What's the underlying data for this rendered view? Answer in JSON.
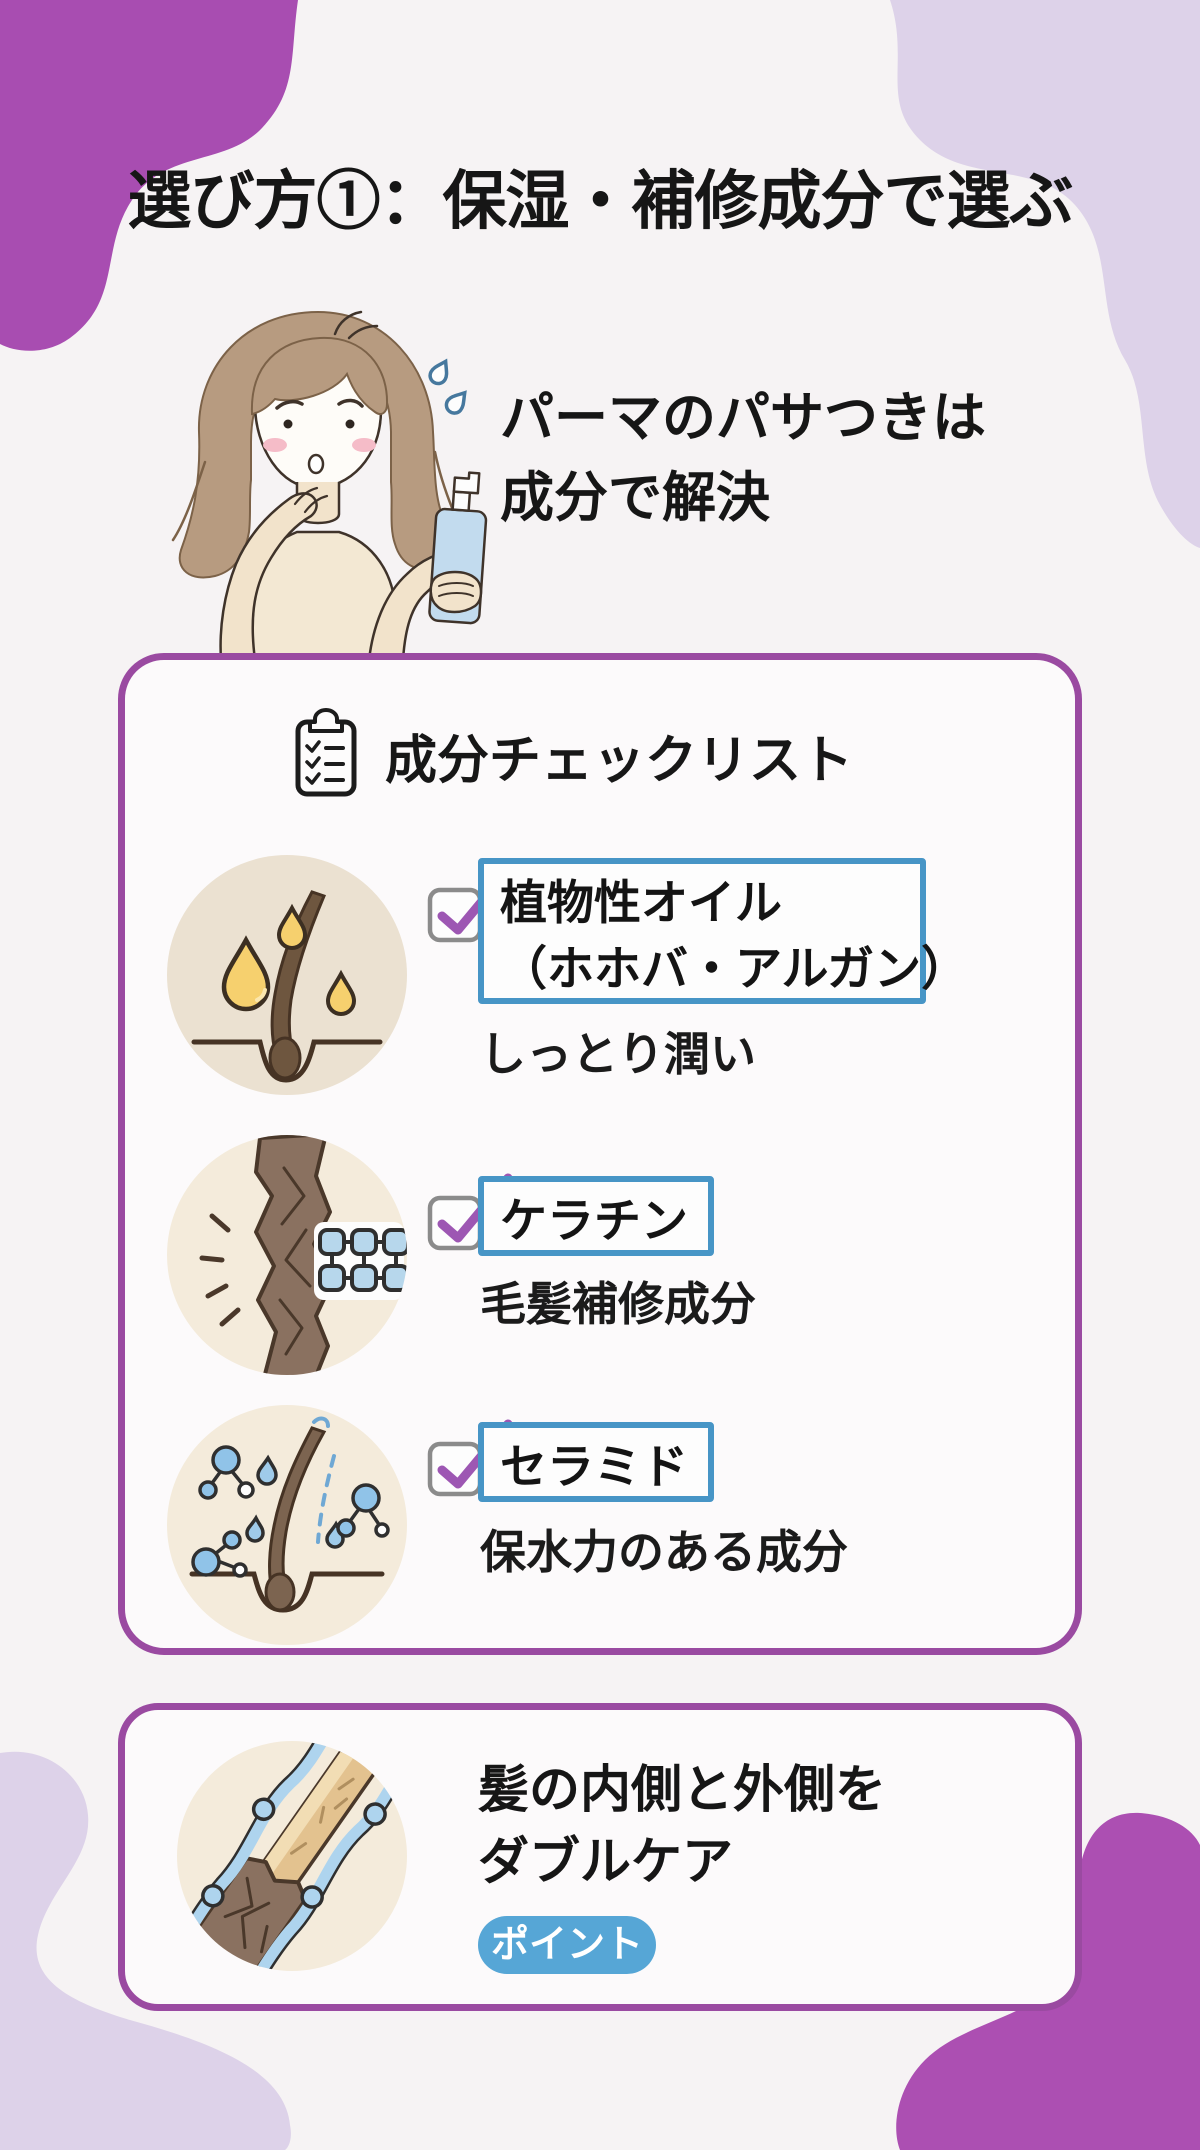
{
  "page": {
    "title": "選び方①：保湿・補修成分で選ぶ",
    "tagline_line1": "パーマのパサつきは",
    "tagline_line2": "成分で解決"
  },
  "checklist": {
    "header": "成分チェックリスト",
    "items": [
      {
        "icon": "oil-drops-follicle-icon",
        "label_line1": "植物性オイル",
        "label_line2": "（ホホバ・アルガン）",
        "description": "しっとり潤い",
        "checked": "true"
      },
      {
        "icon": "damaged-hair-keratin-icon",
        "label_line1": "ケラチン",
        "description": "毛髪補修成分",
        "checked": "true"
      },
      {
        "icon": "hair-moisture-icon",
        "label_line1": "セラミド",
        "description": "保水力のある成分",
        "checked": "true"
      }
    ]
  },
  "point_card": {
    "heading_line1": "髪の内側と外側を",
    "heading_line2": "ダブルケア",
    "badge": "ポイント",
    "icon": "hair-cross-section-double-care-icon"
  },
  "colors": {
    "background": "#f6f3f4",
    "blob_magenta": "#a84db1",
    "blob_lavender": "#ddd2e9",
    "card_border_purple": "#9a4aa1",
    "ingredient_box_blue": "#4795c6",
    "badge_blue": "#56a6d6",
    "checkmark_purple": "#9d57b3",
    "text_black": "#161616"
  }
}
